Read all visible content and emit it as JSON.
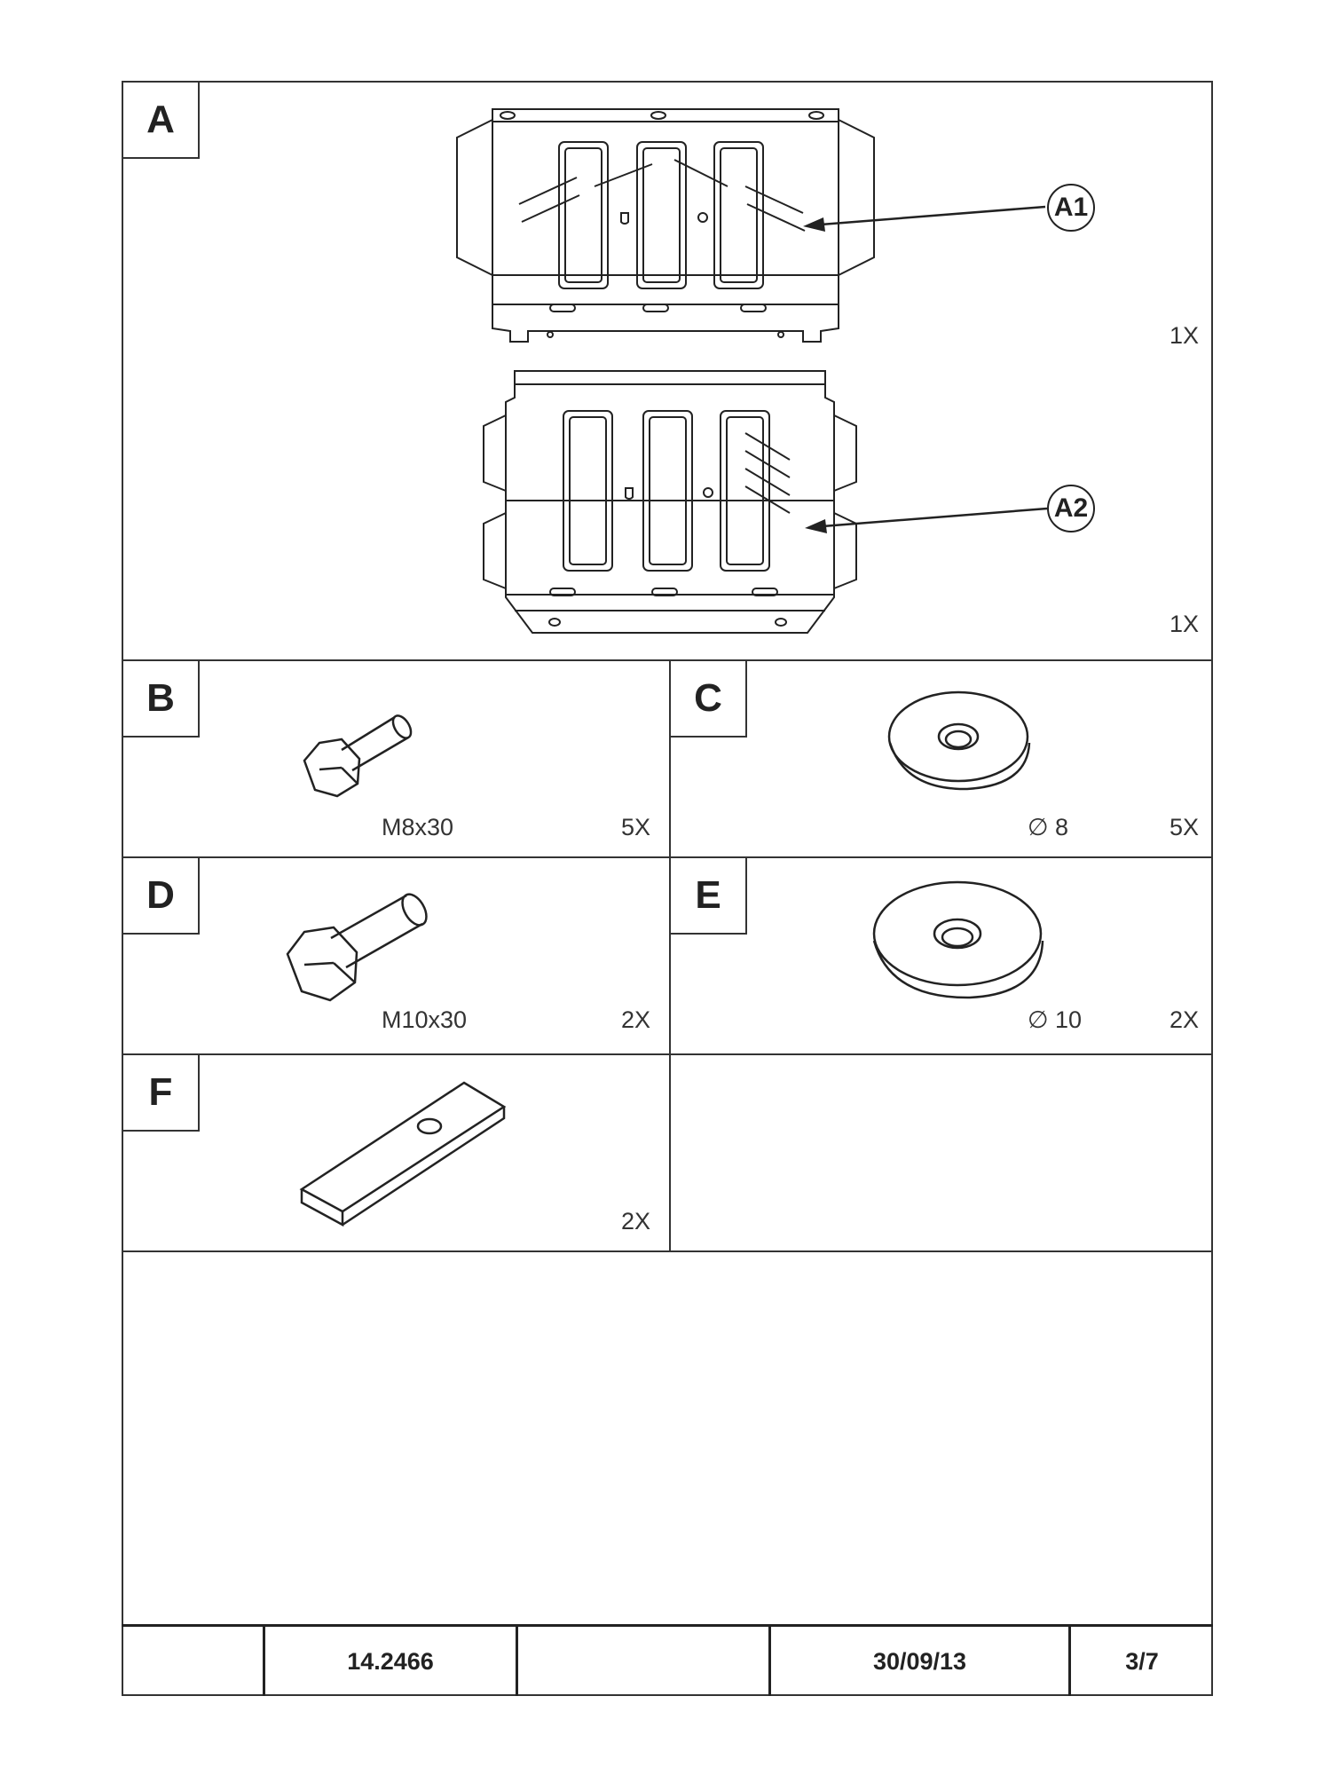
{
  "sections": {
    "a": {
      "letter": "A",
      "callout_1": "A1",
      "callout_2": "A2",
      "qty_1": "1X",
      "qty_2": "1X"
    },
    "b": {
      "letter": "B",
      "spec": "M8x30",
      "qty": "5X"
    },
    "c": {
      "letter": "C",
      "spec": "∅ 8",
      "qty": "5X"
    },
    "d": {
      "letter": "D",
      "spec": "M10x30",
      "qty": "2X"
    },
    "e": {
      "letter": "E",
      "spec": "∅ 10",
      "qty": "2X"
    },
    "f": {
      "letter": "F",
      "qty": "2X"
    }
  },
  "title_block": {
    "cell_1": "",
    "part_number": "14.2466",
    "cell_3": "",
    "date": "30/09/13",
    "page": "3/7"
  },
  "icons": [
    "skid-plate-a1",
    "skid-plate-a2",
    "hex-bolt-m8",
    "flat-washer-8",
    "hex-bolt-m10",
    "flat-washer-10",
    "slotted-plate"
  ]
}
